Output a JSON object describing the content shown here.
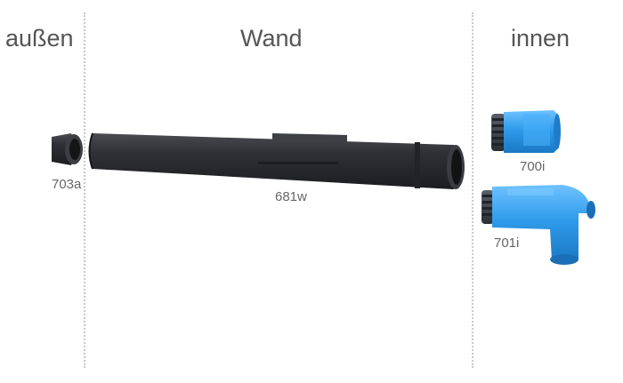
{
  "sections": {
    "outside": "außen",
    "wall": "Wand",
    "inside": "innen"
  },
  "parts": {
    "cap": "703a",
    "pipe": "681w",
    "straight_adapter": "700i",
    "elbow_adapter": "701i"
  },
  "colors": {
    "pipe": "#2e2f33",
    "adapter": "#2f9bea",
    "adapter_thread": "#3a3f47"
  }
}
